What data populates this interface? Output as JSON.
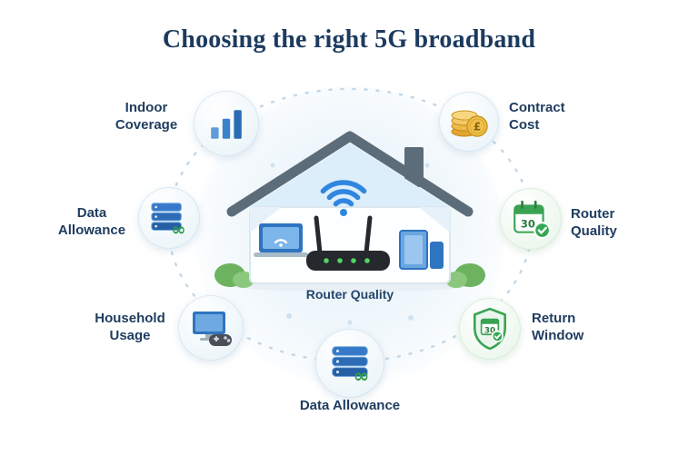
{
  "title": "Choosing the right 5G broadband",
  "center_caption": "Router Quality",
  "nodes": {
    "indoor_coverage": {
      "line1": "Indoor",
      "line2": "Coverage"
    },
    "contract_cost": {
      "line1": "Contract",
      "line2": "Cost"
    },
    "data_allowance_left": {
      "line1": "Data",
      "line2": "Allowance"
    },
    "router_quality_right": {
      "line1": "Router",
      "line2": "Quality"
    },
    "household_usage": {
      "line1": "Household",
      "line2": "Usage"
    },
    "return_window": {
      "line1": "Return",
      "line2": "Window"
    },
    "data_allowance_bottom": {
      "label": "Data Allowance"
    }
  },
  "icon_text": {
    "calendar_day": "30",
    "shield_calendar_day": "30",
    "coin_currency": "£",
    "infinity": "∞",
    "infinity_bottom": "∞"
  },
  "colors": {
    "title": "#1c3a5e",
    "label": "#1f3c5f",
    "accent_blue": "#2f7fd1",
    "accent_green": "#34a853",
    "gold": "#e8b33a",
    "roof_gray": "#5d6c79",
    "router_black": "#25282d"
  }
}
